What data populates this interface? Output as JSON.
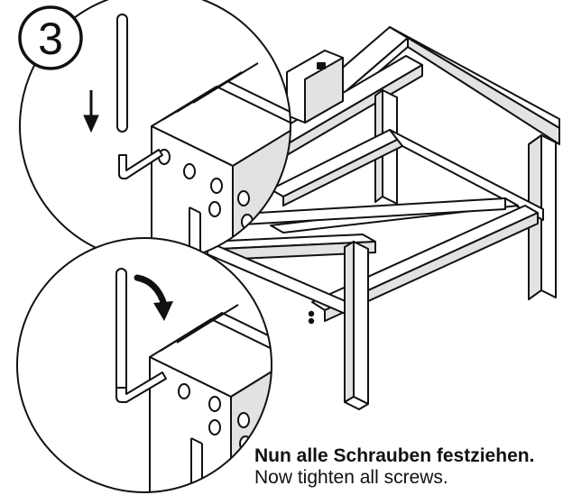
{
  "step": {
    "number": "3"
  },
  "caption": {
    "german": "Nun alle Schrauben festziehen.",
    "english": "Now tighten all screws."
  },
  "colors": {
    "ink": "#111111",
    "paper": "#ffffff",
    "shade": "#e2e2e2"
  },
  "icons": {
    "step_marker": "circled-number",
    "insert_arrow": "arrow-down-icon",
    "tighten_arrow": "curved-arrow-clockwise-icon",
    "tool": "hex-key-icon"
  }
}
